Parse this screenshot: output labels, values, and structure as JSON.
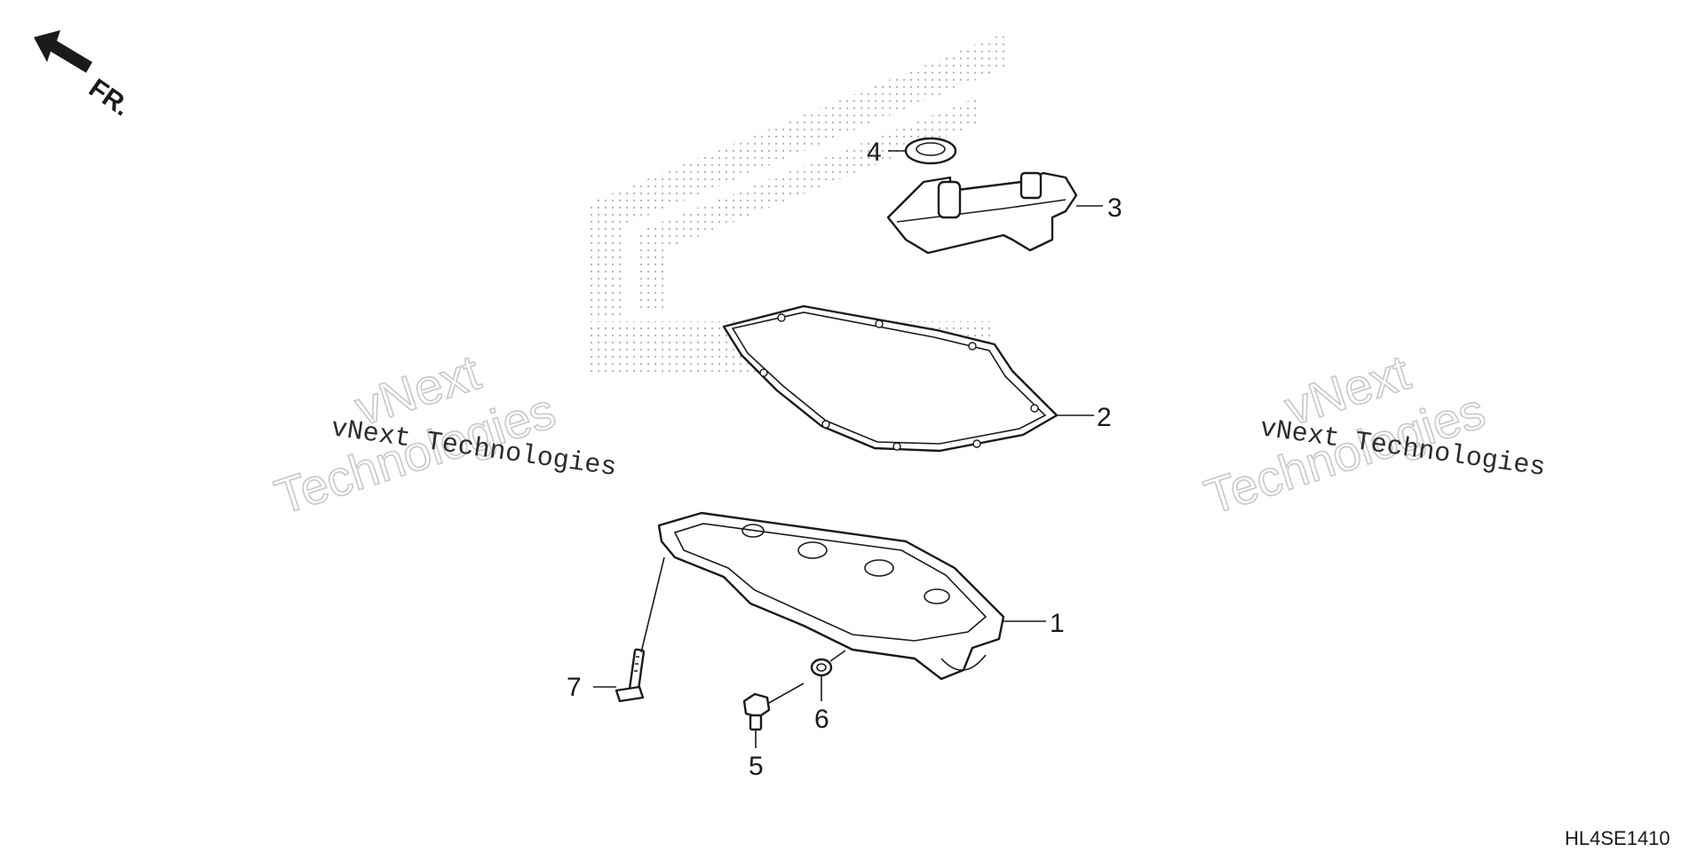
{
  "diagram": {
    "direction_label": "FR.",
    "figure_code": "HL4SE1410",
    "watermark": {
      "company": "vNext Technologies",
      "outline_line1": "vNext",
      "outline_line2": "Technologies"
    },
    "callouts": [
      {
        "id": "1",
        "label": "1"
      },
      {
        "id": "2",
        "label": "2"
      },
      {
        "id": "3",
        "label": "3"
      },
      {
        "id": "4",
        "label": "4"
      },
      {
        "id": "5",
        "label": "5"
      },
      {
        "id": "6",
        "label": "6"
      },
      {
        "id": "7",
        "label": "7"
      }
    ],
    "icons": [
      "direction-arrow-icon",
      "brand-logo-icon"
    ],
    "colors": {
      "line": "#1a1a1a",
      "watermark_outline": "#c8c8c8",
      "logo_dots": "#b8b8b8"
    }
  }
}
